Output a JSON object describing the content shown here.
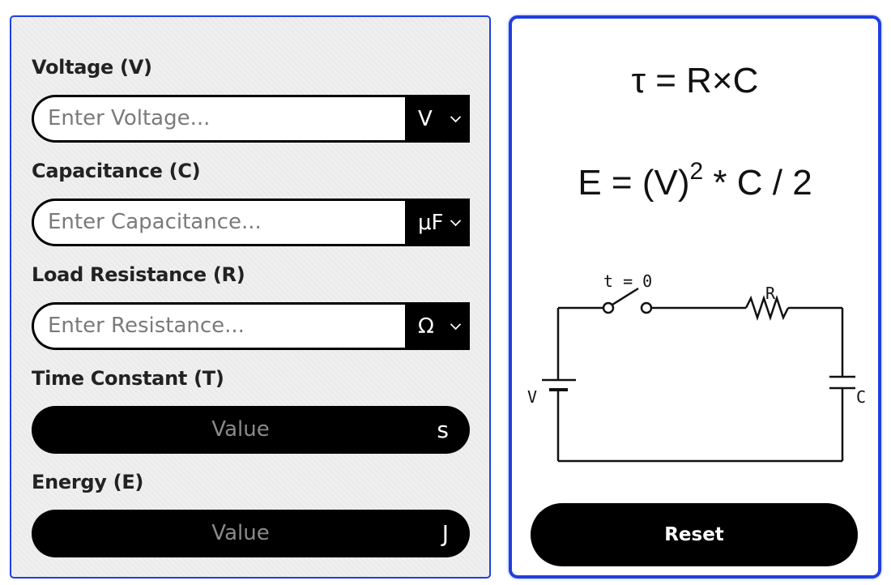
{
  "form": {
    "voltage": {
      "label": "Voltage (V)",
      "placeholder": "Enter Voltage...",
      "unit": "V"
    },
    "capacitance": {
      "label": "Capacitance (C)",
      "placeholder": "Enter Capacitance...",
      "unit": "μF"
    },
    "resistance": {
      "label": "Load Resistance (R)",
      "placeholder": "Enter Resistance...",
      "unit": "Ω"
    },
    "time_constant": {
      "label": "Time Constant (T)",
      "value": "Value",
      "unit": "s"
    },
    "energy": {
      "label": "Energy (E)",
      "value": "Value",
      "unit": "J"
    }
  },
  "formulas": {
    "tau": "τ = R×C",
    "energy_prefix": "E = (V)",
    "energy_exponent": "2",
    "energy_suffix": " * C / 2"
  },
  "circuit": {
    "switch_label": "t = 0",
    "resistor_label": "R",
    "source_label": "V",
    "capacitor_label": "C"
  },
  "actions": {
    "reset_label": "Reset"
  },
  "colors": {
    "panel_border": "#1f3fe0",
    "dark": "#000000"
  }
}
